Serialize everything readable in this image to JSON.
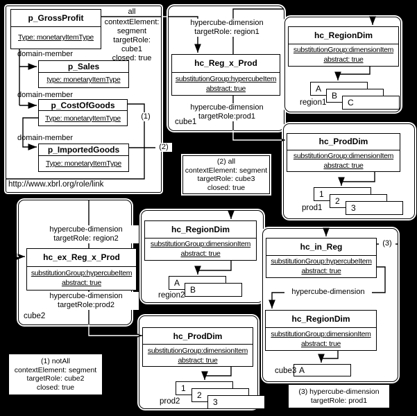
{
  "diagram": {
    "role_box": {
      "url_label": "http://www.xbrl.org/role/link",
      "gross_profit": {
        "title": "p_GrossProfit",
        "attr": "Type: monetaryItemType"
      },
      "sales": {
        "title": "p_Sales",
        "attr": "type: monetaryItemType"
      },
      "cost_of_goods": {
        "title": "p_CostOfGoods",
        "attr": "Type: monetaryItemType"
      },
      "imported_goods": {
        "title": "p_ImportedGoods",
        "attr": "Type: monetaryItemType"
      },
      "all_arc_label_top": "all",
      "all_arc_label_rest": "contextElement:\nsegment\ntargetRole: cube1\nclosed: true",
      "domain_member_1": "domain-member",
      "domain_member_2": "domain-member",
      "domain_member_3": "domain-member",
      "marker_1": "(1)",
      "marker_2": "(2)"
    },
    "cube1": {
      "name": "cube1",
      "dim_label_top": "hypercube-dimension\ntargetRole: region1",
      "hypercube": {
        "title": "hc_Reg_x_Prod",
        "attr1": "substitutionGroup:hypercubeItem",
        "attr2": "abstract: true"
      },
      "dim_label_bottom": "hypercube-dimension\ntargetRole:prod1"
    },
    "region1": {
      "name": "region1",
      "dimension": {
        "title": "hc_RegionDim",
        "attr1": "substitutionGroup:dimensionItem",
        "attr2": "abstract: true"
      },
      "members": [
        "A",
        "B",
        "C"
      ]
    },
    "prod1": {
      "name": "prod1",
      "dimension": {
        "title": "hc_ProdDim",
        "attr1": "substitutionGroup:dimensionItem",
        "attr2": "abstract: true"
      },
      "members": [
        "1",
        "2",
        "3"
      ]
    },
    "cube2": {
      "name": "cube2",
      "dim_label_top": "hypercube-dimension\ntargetRole: region2",
      "hypercube": {
        "title": "hc_ex_Reg_x_Prod",
        "attr1": "substitutionGroup:hypercubeItem",
        "attr2": "abstract: true"
      },
      "dim_label_bottom": "hypercube-dimension\ntargetRole:prod2"
    },
    "region2": {
      "name": "region2",
      "dimension": {
        "title": "hc_RegionDim",
        "attr1": "substitutionGroup:dimensionItem",
        "attr2": "abstract: true"
      },
      "members": [
        "A",
        "B"
      ]
    },
    "prod2": {
      "name": "prod2",
      "dimension": {
        "title": "hc_ProdDim",
        "attr1": "substitutionGroup:dimensionItem",
        "attr2": "abstract: true"
      },
      "members": [
        "1",
        "2",
        "3"
      ]
    },
    "cube3": {
      "name": "cube3",
      "hypercube": {
        "title": "hc_in_Reg",
        "attr1": "substitutionGroup:hypercubeItem",
        "attr2": "abstract: true"
      },
      "marker_3": "(3)",
      "dim_arc_label": "hypercube-dimension",
      "dimension": {
        "title": "hc_RegionDim",
        "attr1": "substitutionGroup:dimensionItem",
        "attr2": "abstract: true"
      },
      "members": [
        "A"
      ]
    },
    "note_cube3_arc": "(2) all\ncontextElement: segment\ntargetRole: cube3\nclosed: true",
    "note_cube2_arc": "(1) notAll\ncontextElement: segment\ntargetRole: cube2\nclosed: true",
    "note_prod1_arc": "(3) hypercube-dimension\ntargetRole: prod1"
  }
}
